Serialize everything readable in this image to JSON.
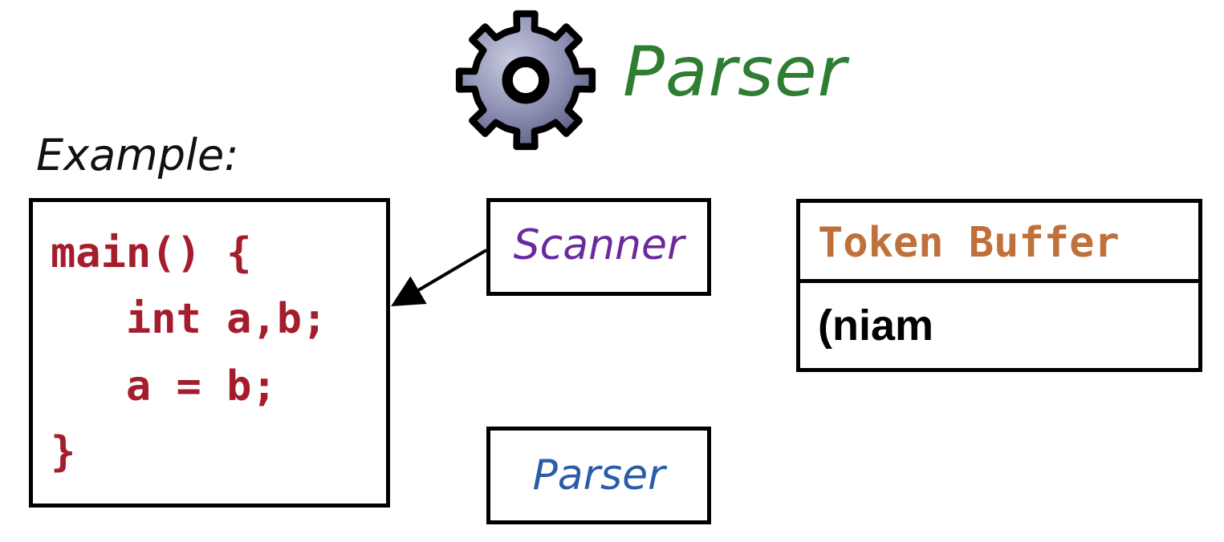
{
  "header": {
    "title": "Parser",
    "icon": "gear-icon",
    "title_color": "#2e7d32"
  },
  "example_label": "Example:",
  "code": {
    "color": "#a51d2d",
    "lines": [
      "main() {",
      "   int a,b;",
      "   a = b;",
      "}"
    ]
  },
  "scanner": {
    "label": "Scanner",
    "color": "#6a2a9e"
  },
  "parser": {
    "label": "Parser",
    "color": "#2a5ca8"
  },
  "token_buffer": {
    "title": "Token Buffer",
    "title_color": "#c0703a",
    "content": "(niam"
  }
}
